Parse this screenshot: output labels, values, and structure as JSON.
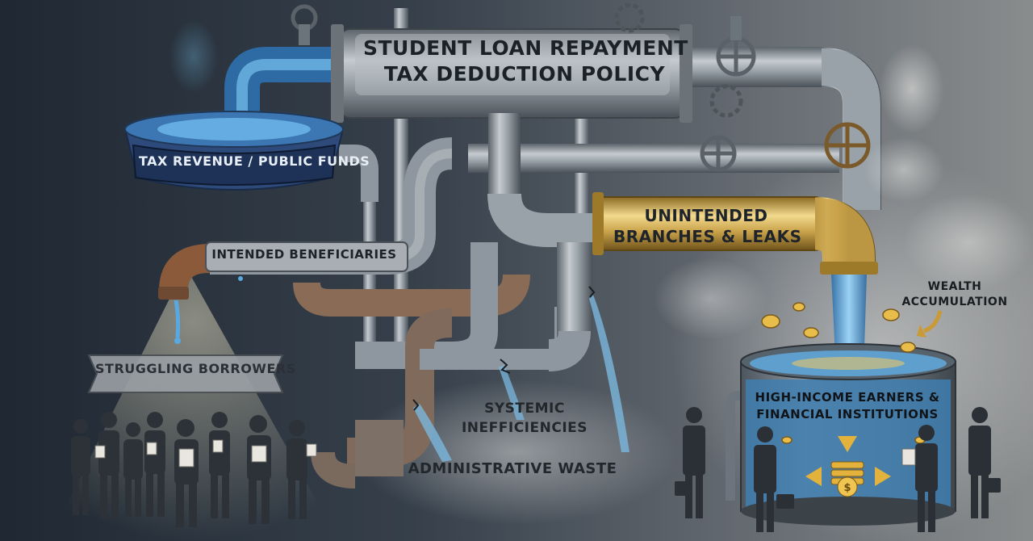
{
  "labels": {
    "title_line1": "STUDENT LOAN REPAYMENT",
    "title_line2": "TAX DEDUCTION POLICY",
    "reservoir": "TAX REVENUE / PUBLIC FUNDS",
    "intended": "INTENDED BENEFICIARIES",
    "branches_line1": "UNINTENDED",
    "branches_line2": "BRANCHES & LEAKS",
    "struggling": "STRUGGLING BORROWERS",
    "systemic_line1": "SYSTEMIC",
    "systemic_line2": "INEFFICIENCIES",
    "admin": "ADMINISTRATIVE WASTE",
    "wealth_line1": "WEALTH",
    "wealth_line2": "ACCUMULATION",
    "highincome_line1": "HIGH-INCOME EARNERS &",
    "highincome_line2": "FINANCIAL INSTITUTIONS",
    "coin_symbol": "$"
  },
  "colors": {
    "steel": "#8e979f",
    "steel_dark": "#4f575e",
    "rust": "#8a5a3a",
    "brass": "#c9a24a",
    "water": "#4f9bd8",
    "water_glow": "#7fd0ff",
    "gold": "#e2b23c",
    "tank_water": "#3f7fb0"
  }
}
